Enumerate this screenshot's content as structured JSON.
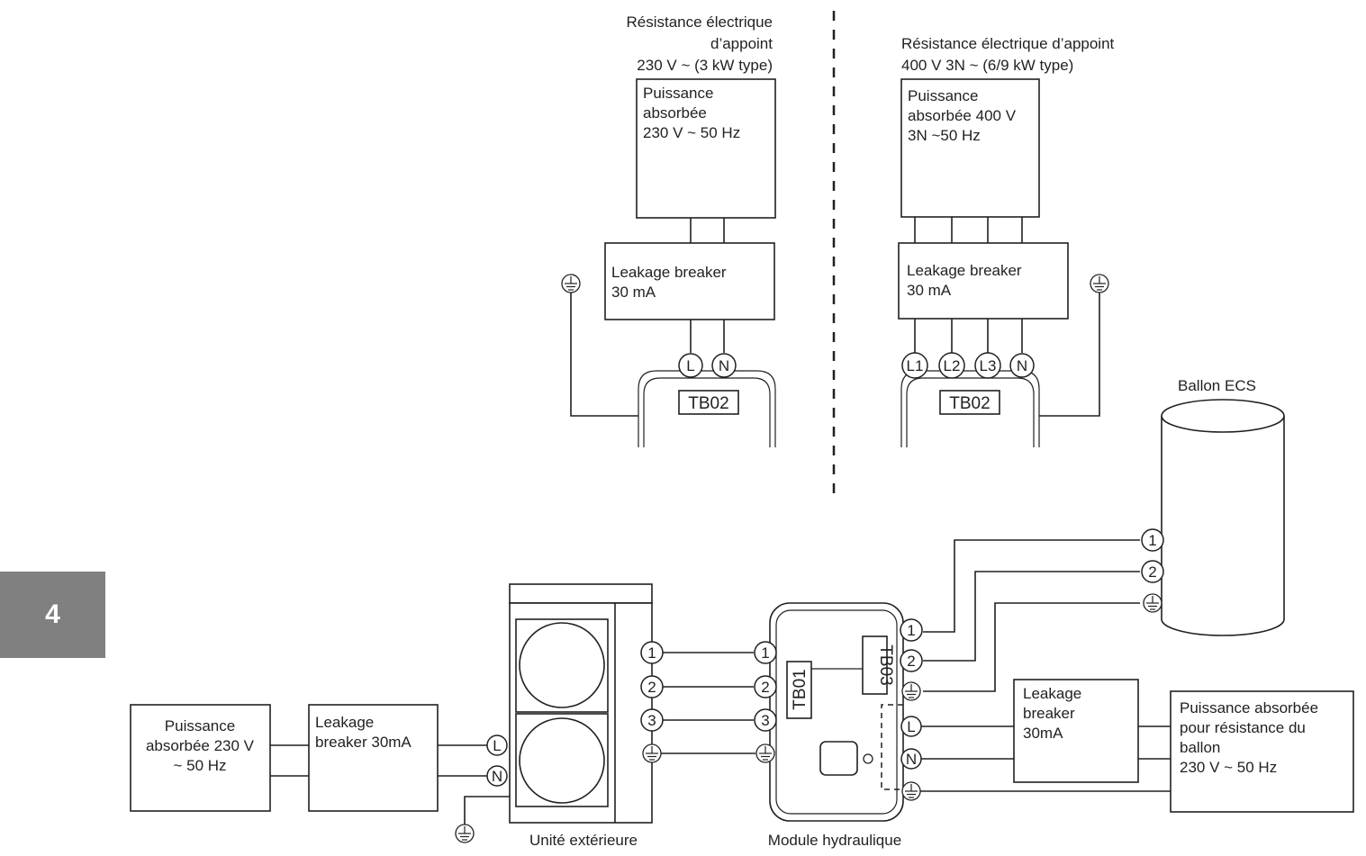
{
  "page_number": "4",
  "heater_230": {
    "title_line1": "Résistance électrique",
    "title_line2": "d’appoint",
    "title_line3": "230 V ~ (3 kW type)",
    "power_line1": "Puissance",
    "power_line2": "absorbée",
    "power_line3": "230 V ~ 50 Hz",
    "breaker_line1": "Leakage breaker",
    "breaker_line2": "30 mA",
    "term_l": "L",
    "term_n": "N",
    "tb": "TB02"
  },
  "heater_400": {
    "title_line1": "Résistance électrique d’appoint",
    "title_line2": "400 V 3N ~ (6/9 kW type)",
    "power_line1": "Puissance",
    "power_line2": "absorbée 400 V",
    "power_line3": "3N ~50 Hz",
    "breaker_line1": "Leakage breaker",
    "breaker_line2": "30 mA",
    "term_l1": "L1",
    "term_l2": "L2",
    "term_l3": "L3",
    "term_n": "N",
    "tb": "TB02"
  },
  "tank": {
    "label": "Ballon ECS",
    "t1": "1",
    "t2": "2"
  },
  "main_supply": {
    "line1": "Puissance",
    "line2": "absorbée 230 V",
    "line3": "~ 50 Hz",
    "breaker_line1": "Leakage",
    "breaker_line2": "breaker 30mA"
  },
  "outdoor_unit": {
    "label": "Unité extérieure",
    "t1": "1",
    "t2": "2",
    "t3": "3",
    "tl": "L",
    "tn": "N"
  },
  "hydro_module": {
    "label": "Module hydraulique",
    "tb01": "TB01",
    "tb03": "TB03",
    "t1": "1",
    "t2": "2",
    "t3": "3",
    "r1": "1",
    "r2": "2",
    "rl": "L",
    "rn": "N"
  },
  "tank_heater": {
    "breaker_line1": "Leakage",
    "breaker_line2": "breaker",
    "breaker_line3": "30mA",
    "power_line1": "Puissance absorbée",
    "power_line2": "pour résistance du",
    "power_line3": "ballon",
    "power_line4": "230 V ~ 50 Hz"
  },
  "icons": [
    "earth-ground-icon",
    "terminal-circle-icon",
    "fan-icon"
  ]
}
